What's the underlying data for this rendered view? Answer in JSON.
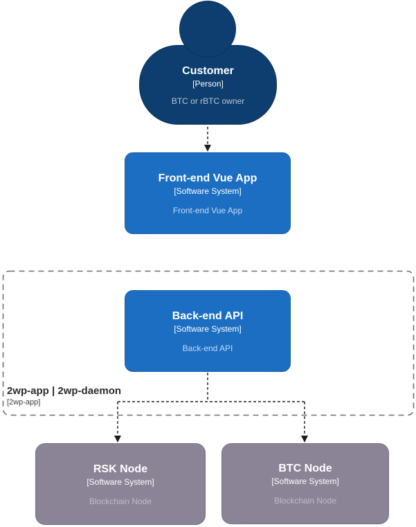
{
  "colors": {
    "person_fill": "#0d3e6f",
    "system_fill": "#1b6ec2",
    "node_fill": "#8a8496",
    "connector": "#1c1c1c",
    "boundary_border": "#6f6f6f"
  },
  "person": {
    "title": "Customer",
    "type_label": "[Person]",
    "description": "BTC or rBTC owner"
  },
  "frontend": {
    "title": "Front-end Vue App",
    "type_label": "[Software System]",
    "description": "Front-end Vue App"
  },
  "boundary": {
    "title": "2wp-app | 2wp-daemon",
    "subtitle": "[2wp-app]"
  },
  "backend": {
    "title": "Back-end API",
    "type_label": "[Software System]",
    "description": "Back-end API"
  },
  "rsk_node": {
    "title": "RSK Node",
    "type_label": "[Software System]",
    "description": "Blockchain Node"
  },
  "btc_node": {
    "title": "BTC Node",
    "type_label": "[Software System]",
    "description": "Blockchain Node"
  }
}
